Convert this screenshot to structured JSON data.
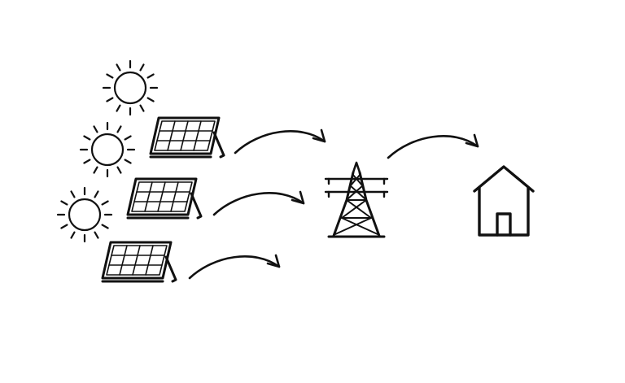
{
  "diagram": {
    "nodes": [
      {
        "id": "sun",
        "icon": "sun-icon",
        "count": 3
      },
      {
        "id": "solar-panel",
        "icon": "solar-panel-icon",
        "count": 3
      },
      {
        "id": "transmission-tower",
        "icon": "transmission-tower-icon",
        "count": 1
      },
      {
        "id": "house",
        "icon": "house-icon",
        "count": 1
      }
    ],
    "edges": [
      {
        "from": "solar-panel",
        "to": "transmission-tower",
        "count": 3
      },
      {
        "from": "transmission-tower",
        "to": "house",
        "count": 1
      }
    ],
    "colors": {
      "stroke": "#111111",
      "background": "#ffffff"
    }
  }
}
